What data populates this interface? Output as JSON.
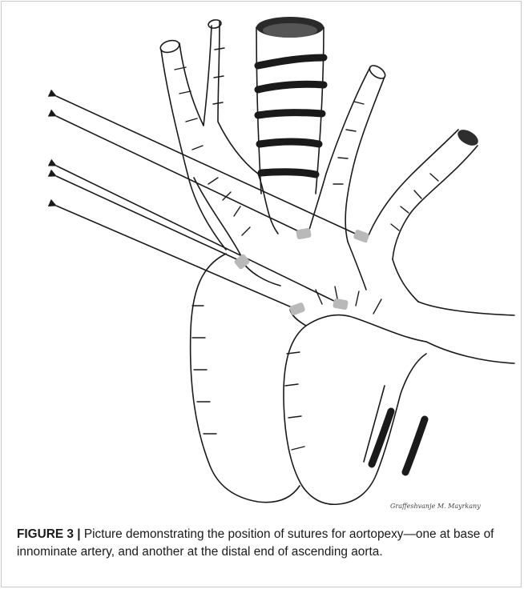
{
  "figure": {
    "label": "FIGURE 3 |",
    "caption": " Picture demonstrating the position of sutures for aortopexy—one at base of innominate artery, and another at the distal end of ascending aorta.",
    "artist_signature": "Graffeshvanje M. Mayrkany"
  },
  "palette": {
    "line": "#1a1a1a",
    "pledget": "#b9b9b9",
    "border": "#c9c9c9"
  }
}
